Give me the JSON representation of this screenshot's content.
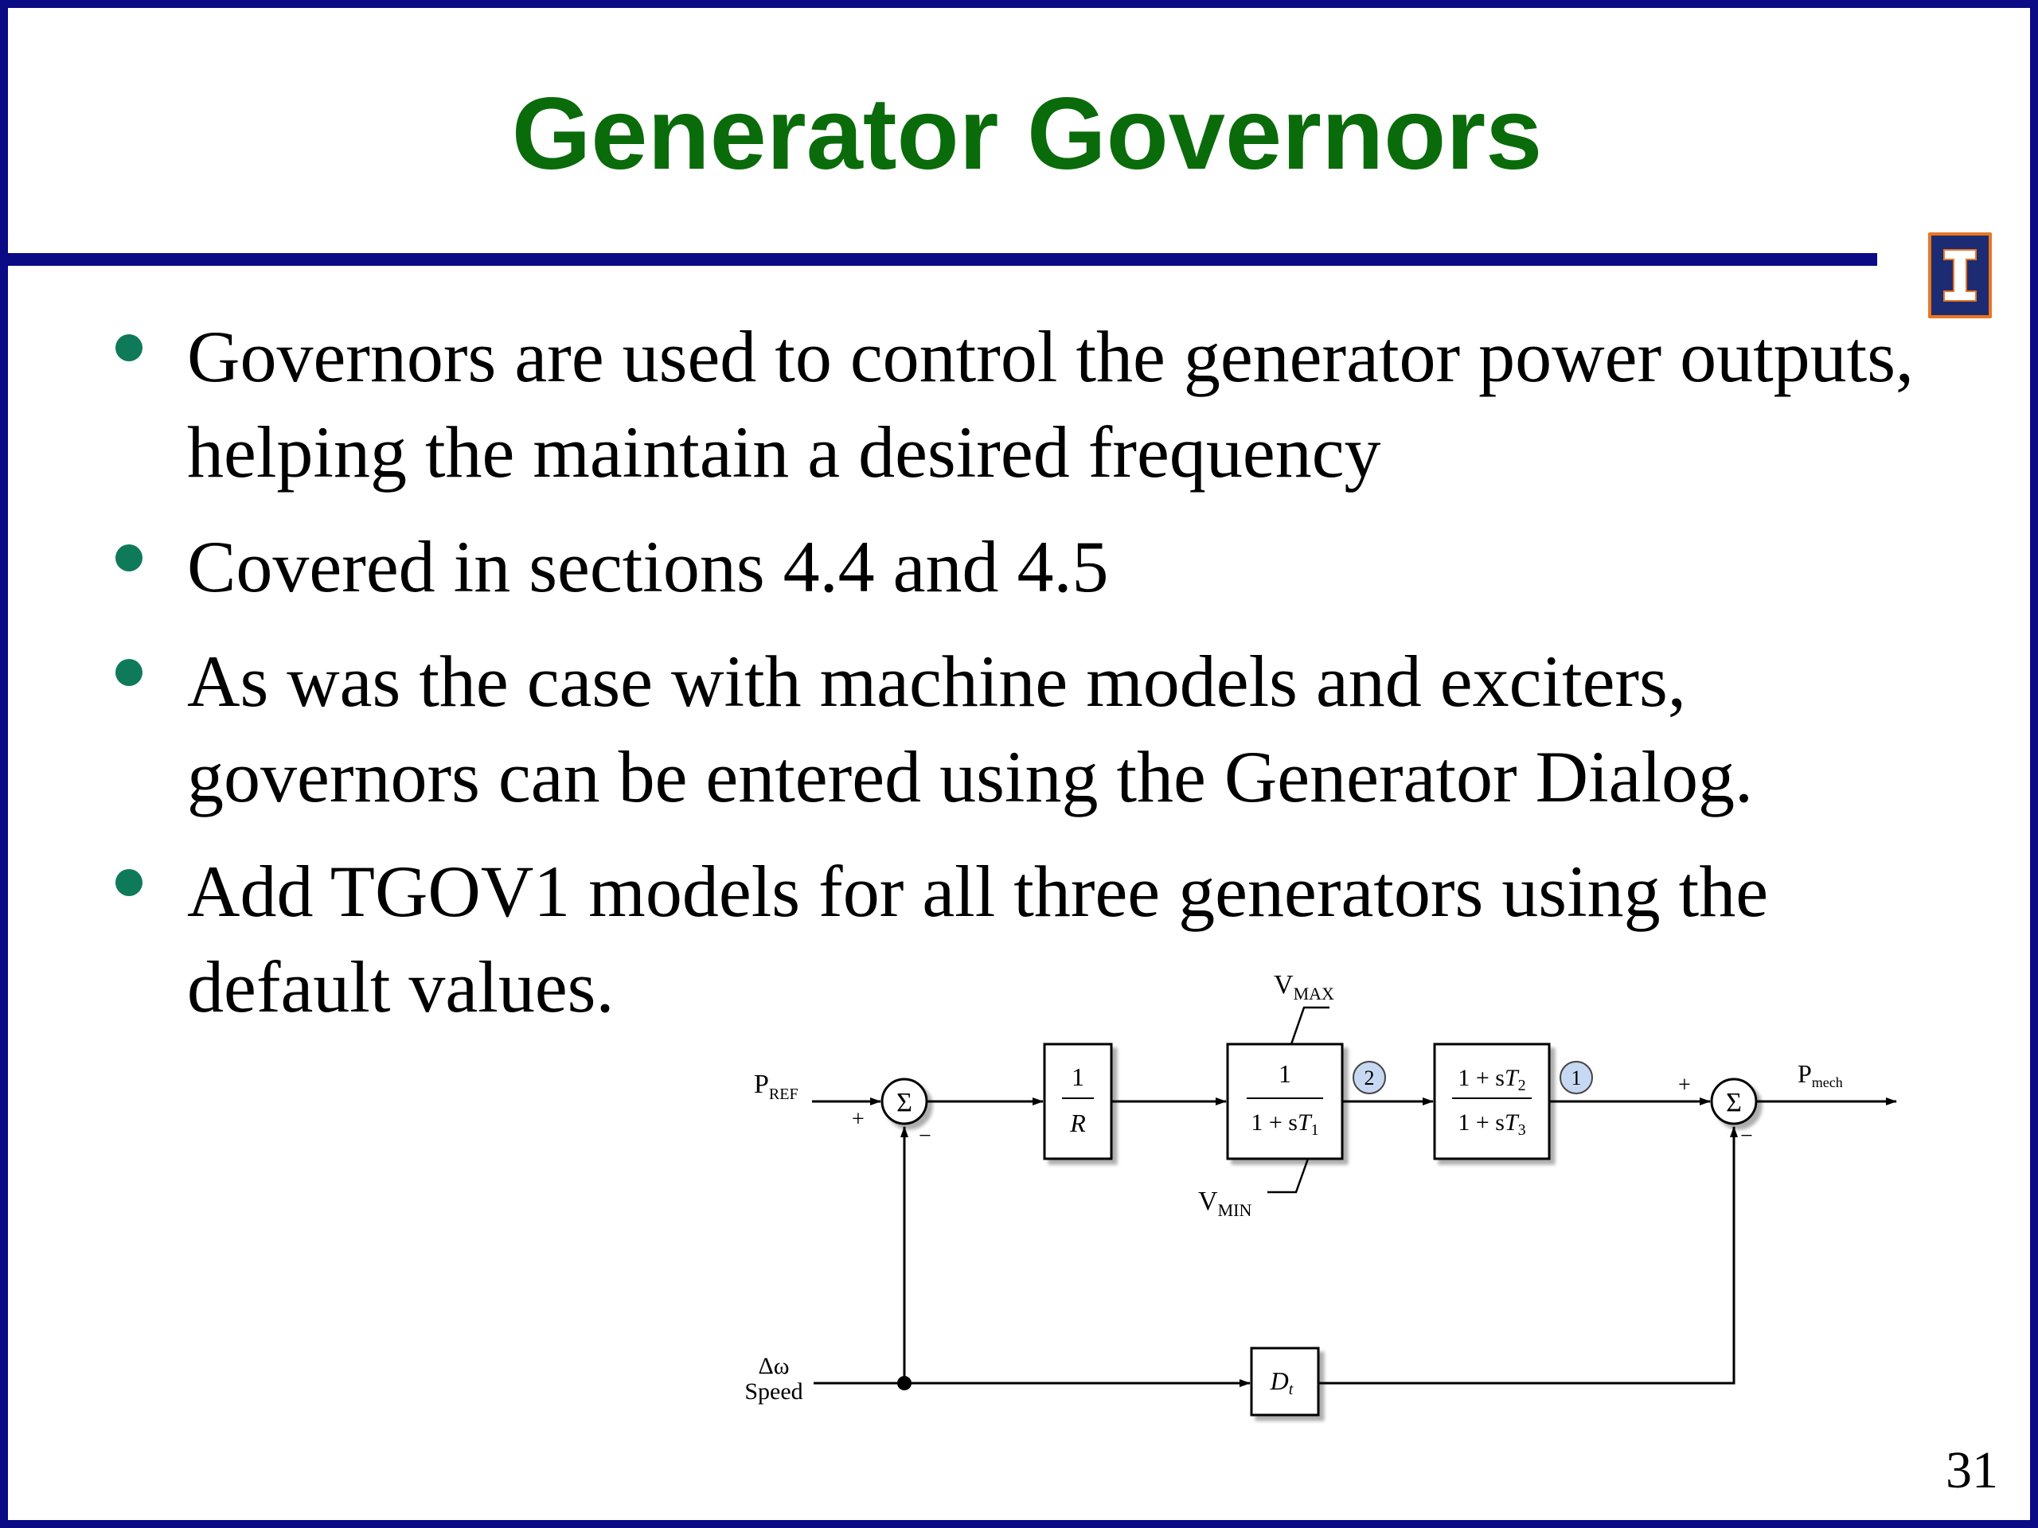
{
  "slide": {
    "title": "Generator Governors",
    "page_number": "31",
    "colors": {
      "title": "#0a6b0a",
      "frame": "#0b0b86",
      "bullet": "#0f7a5a"
    },
    "logo": {
      "icon": "university-i-logo-icon",
      "colors": [
        "#1d2b73",
        "#e87722"
      ]
    }
  },
  "bullets": [
    "Governors are used to control the generator power outputs, helping the maintain a desired frequency",
    "Covered in sections 4.4 and 4.5",
    "As was the case with machine models and exciters, governors can be entered using the Generator Dialog.",
    "Add TGOV1 models for all three generators using the default values."
  ],
  "diagram": {
    "inputs": {
      "pref_main": "P",
      "pref_sub": "REF",
      "dw": "Δω",
      "speed": "Speed"
    },
    "sum_symbol": "Σ",
    "signs": {
      "plus": "+",
      "minus": "−"
    },
    "block_r": {
      "num": "1",
      "den": "R"
    },
    "block_t1": {
      "num": "1",
      "den_prefix": "1 + s",
      "den_var": "T",
      "den_sub": "1"
    },
    "block_t23": {
      "num_prefix": "1 + s",
      "num_var": "T",
      "num_sub": "2",
      "den_prefix": "1 + s",
      "den_var": "T",
      "den_sub": "3"
    },
    "block_dt": {
      "var": "D",
      "sub": "t"
    },
    "limits": {
      "vmax_main": "V",
      "vmax_sub": "MAX",
      "vmin_main": "V",
      "vmin_sub": "MIN"
    },
    "states": [
      "2",
      "1"
    ],
    "output": {
      "main": "P",
      "sub": "mech"
    }
  }
}
